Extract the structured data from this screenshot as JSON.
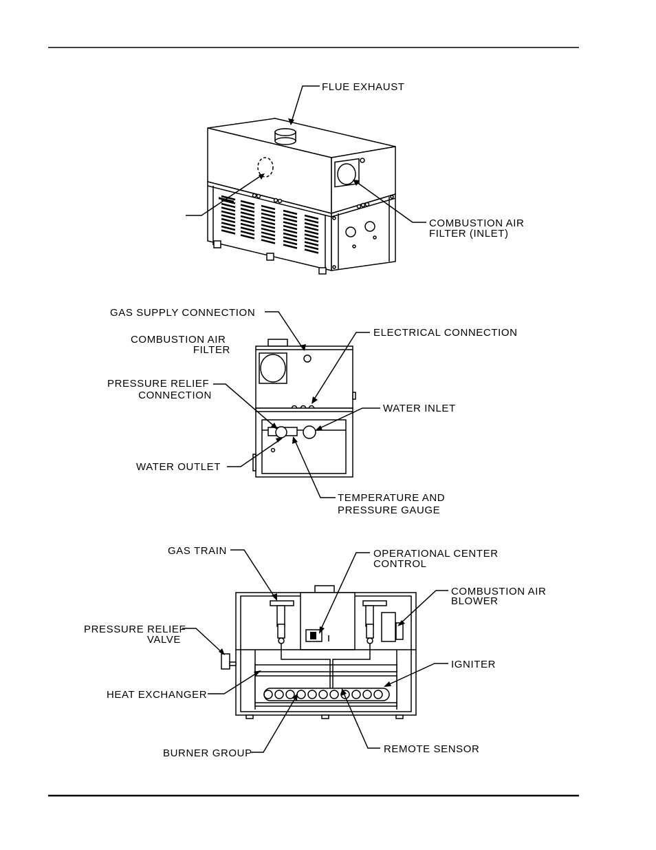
{
  "top_view": {
    "flue_exhaust": "FLUE EXHAUST",
    "combustion_air_filter_inlet_1": "COMBUSTION AIR",
    "combustion_air_filter_inlet_2": "FILTER (INLET)"
  },
  "front_view": {
    "gas_supply_connection": "GAS SUPPLY CONNECTION",
    "combustion_air_filter_1": "COMBUSTION AIR",
    "combustion_air_filter_2": "FILTER",
    "electrical_connection": "ELECTRICAL CONNECTION",
    "pressure_relief_connection_1": "PRESSURE RELIEF",
    "pressure_relief_connection_2": "CONNECTION",
    "water_inlet": "WATER INLET",
    "water_outlet": "WATER OUTLET",
    "temperature_pressure_gauge_1": "TEMPERATURE AND",
    "temperature_pressure_gauge_2": "PRESSURE GAUGE"
  },
  "side_view": {
    "gas_train": "GAS TRAIN",
    "operational_center_control_1": "OPERATIONAL CENTER",
    "operational_center_control_2": "CONTROL",
    "combustion_air_blower_1": "COMBUSTION AIR",
    "combustion_air_blower_2": "BLOWER",
    "pressure_relief_valve_1": "PRESSURE RELIEF",
    "pressure_relief_valve_2": "VALVE",
    "igniter": "IGNITER",
    "heat_exchanger": "HEAT EXCHANGER",
    "burner_group": "BURNER GROUP",
    "remote_sensor": "REMOTE SENSOR"
  }
}
